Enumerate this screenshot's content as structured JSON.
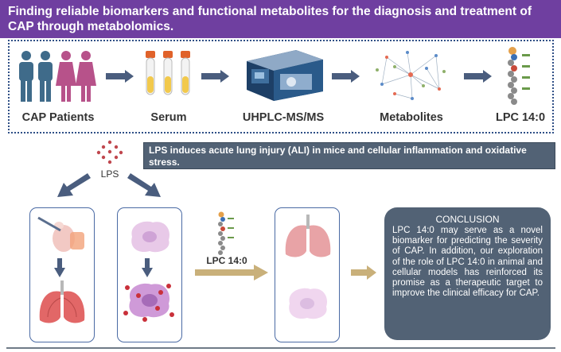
{
  "title": "Finding reliable biomarkers and functional metabolites for the diagnosis and treatment of CAP through metabolomics.",
  "workflow": {
    "steps": [
      "CAP Patients",
      "Serum",
      "UHPLC-MS/MS",
      "Metabolites",
      "LPC 14:0"
    ]
  },
  "lps_label": "LPS",
  "lps_note": "LPS induces acute lung injury (ALI) in mice and cellular inflammation and oxidative stress.",
  "treatment_label": "LPC 14:0",
  "conclusion": {
    "title": "CONCLUSION",
    "text": "LPC 14:0 may serve as a novel biomarker for predicting the severity of CAP. In addition, our exploration of the role of LPC 14:0 in animal and cellular models has reinforced its promise as a therapeutic target to improve the clinical efficacy for CAP."
  },
  "colors": {
    "banner": "#6f3fa0",
    "dotted_border": "#2f4f86",
    "arrow_blue": "#4a5d7e",
    "arrow_gold": "#c9b07a",
    "note_box": "#526275",
    "panel_border": "#4a6aa4"
  }
}
